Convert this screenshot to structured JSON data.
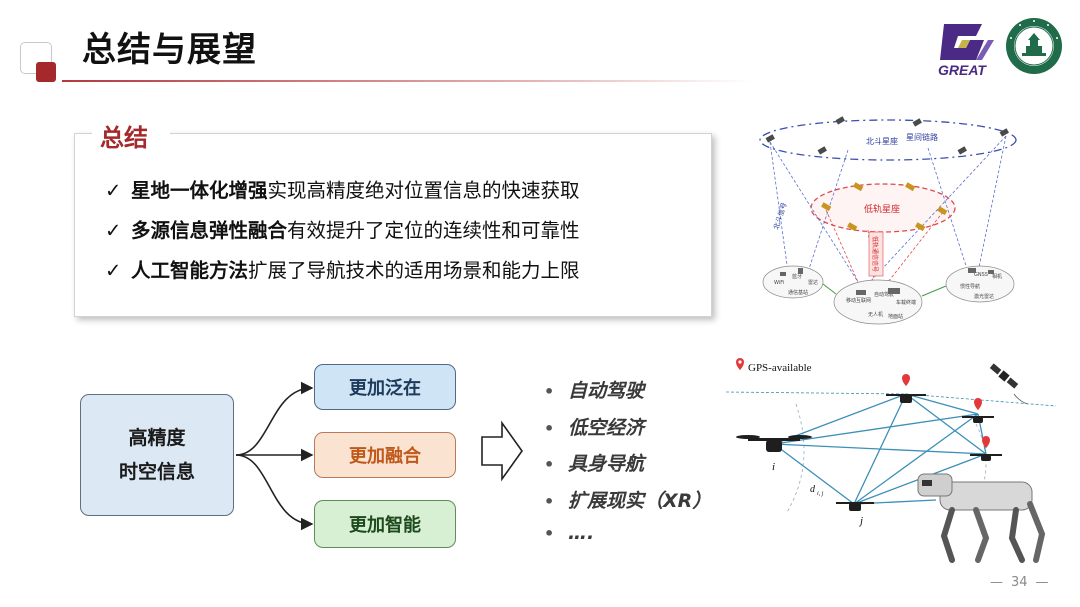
{
  "slide": {
    "title": "总结与展望",
    "page_number": "34"
  },
  "logos": {
    "great_text": "GREAT"
  },
  "summary": {
    "heading": "总结",
    "check_glyph": "✓",
    "items": [
      {
        "bold": "星地一体化增强",
        "rest": "实现高精度绝对位置信息的快速获取"
      },
      {
        "bold": "多源信息弹性融合",
        "rest": "有效提升了定位的连续性和可靠性"
      },
      {
        "bold": "人工智能方法",
        "rest": "扩展了导航技术的适用场景和能力上限"
      }
    ]
  },
  "flow": {
    "source_line1": "高精度",
    "source_line2": "时空信息",
    "targets": [
      "更加泛在",
      "更加融合",
      "更加智能"
    ]
  },
  "applications": [
    "自动驾驶",
    "低空经济",
    "具身导航",
    "扩展现实（XR）",
    "…."
  ],
  "satellite_figure": {
    "label_beidou_constellation": "北斗星座",
    "label_intersatellite_link": "星间链路",
    "label_leo_constellation": "低轨星座",
    "label_beidou_signal": "北斗信号",
    "label_leo_signal": "低轨通信信号",
    "ground_labels": [
      "WiFi",
      "蓝牙",
      "雷达",
      "通信基站",
      "移动互联网",
      "自动驾驶",
      "无人机",
      "车载终端",
      "地面站",
      "GNSS",
      "惯性导航",
      "相机",
      "激光雷达"
    ]
  },
  "swarm_figure": {
    "legend_text": "GPS-available",
    "label_i": "i",
    "label_j": "j",
    "label_d": "d",
    "label_d_sub": "i, j"
  },
  "colors": {
    "accent_red": "#a5282b",
    "blue_node": "#cfe5f6",
    "orange_node": "#fbe3d2",
    "green_node": "#d7f0d3",
    "orange_text": "#c0581a",
    "great_purple": "#4b2a85"
  }
}
